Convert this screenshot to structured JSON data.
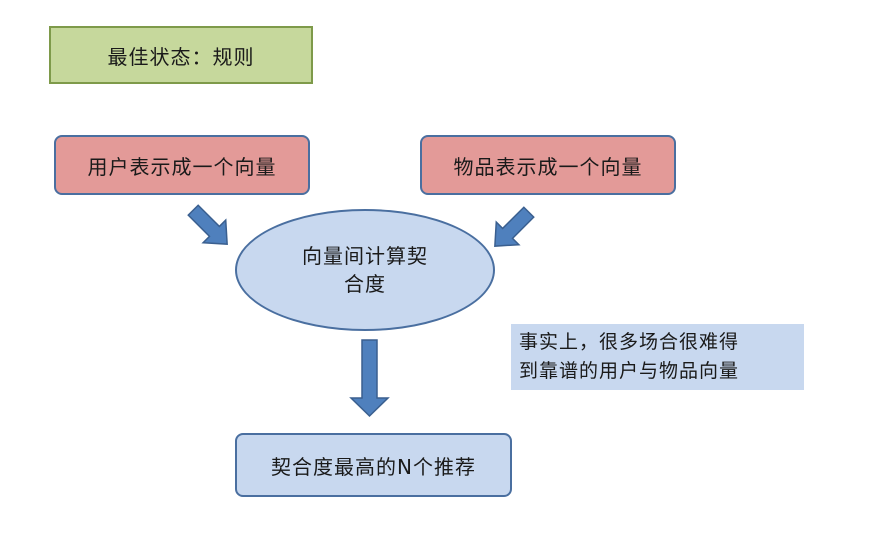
{
  "title_box": {
    "text": "最佳状态：规则"
  },
  "user_vector": {
    "text": "用户表示成一个向量"
  },
  "item_vector": {
    "text": "物品表示成一个向量"
  },
  "match_ellipse": {
    "line1": "向量间计算契",
    "line2": "合度"
  },
  "result_box": {
    "text": "契合度最高的N个推荐"
  },
  "note": {
    "line1": "事实上，很多场合很难得",
    "line2": "到靠谱的用户与物品向量"
  },
  "colors": {
    "green_fill": "#c6d89c",
    "red_fill": "#e39a98",
    "blue_fill": "#c8d8ef",
    "arrow_fill": "#4f80bd",
    "arrow_stroke": "#3a5f8f"
  }
}
